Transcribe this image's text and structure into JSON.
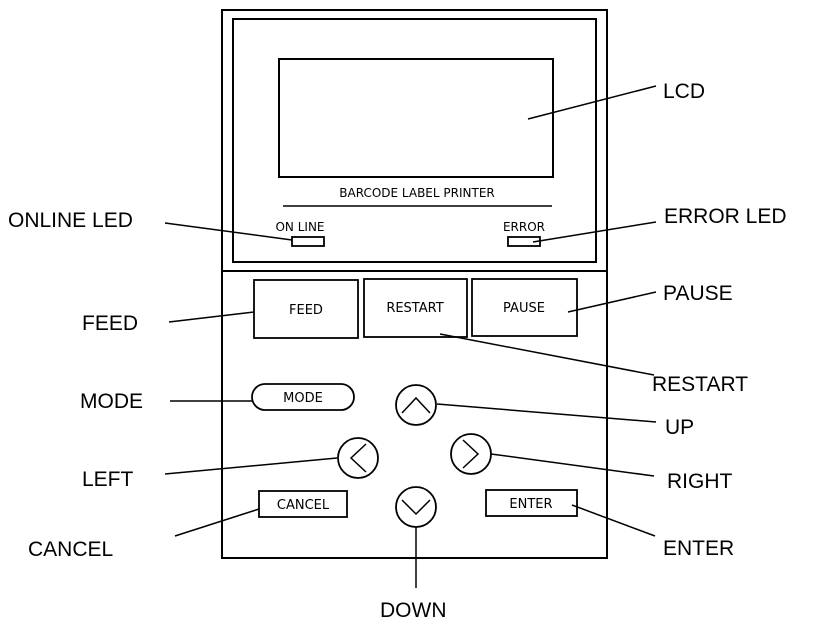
{
  "panel": {
    "title_strip": "BARCODE LABEL PRINTER",
    "online_led_label": "ON LINE",
    "error_led_label": "ERROR",
    "buttons": {
      "feed": "FEED",
      "restart": "RESTART",
      "pause": "PAUSE",
      "mode": "MODE",
      "cancel": "CANCEL",
      "enter": "ENTER"
    }
  },
  "callouts": {
    "lcd": "LCD",
    "online_led": "ONLINE LED",
    "error_led": "ERROR LED",
    "feed": "FEED",
    "pause": "PAUSE",
    "restart": "RESTART",
    "mode": "MODE",
    "up": "UP",
    "left": "LEFT",
    "right": "RIGHT",
    "cancel": "CANCEL",
    "enter": "ENTER",
    "down": "DOWN"
  },
  "icons": {
    "up": "chevron-up-icon",
    "down": "chevron-down-icon",
    "left": "chevron-left-icon",
    "right": "chevron-right-icon"
  },
  "colors": {
    "ink": "#000000",
    "background": "#ffffff"
  }
}
